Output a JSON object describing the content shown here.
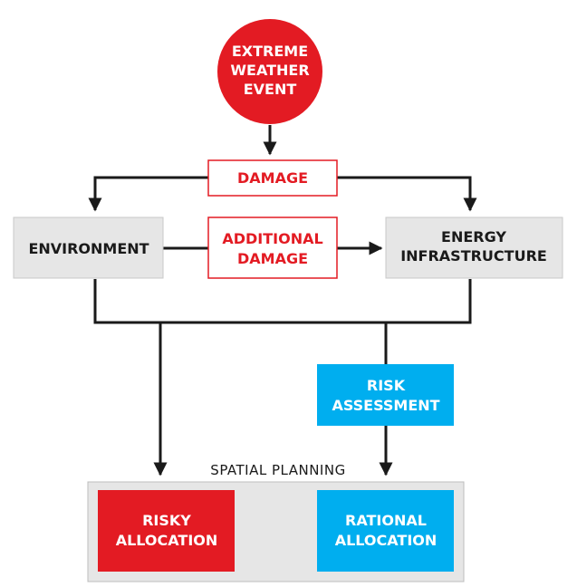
{
  "nodes": {
    "event": {
      "line1": "EXTREME",
      "line2": "WEATHER",
      "line3": "EVENT"
    },
    "damage": {
      "label": "DAMAGE"
    },
    "additional_damage": {
      "line1": "ADDITIONAL",
      "line2": "DAMAGE"
    },
    "environment": {
      "label": "ENVIRONMENT"
    },
    "energy_infrastructure": {
      "line1": "ENERGY",
      "line2": "INFRASTRUCTURE"
    },
    "risk_assessment": {
      "line1": "RISK",
      "line2": "ASSESSMENT"
    },
    "spatial_planning": {
      "label": "SPATIAL PLANNING"
    },
    "risky_allocation": {
      "line1": "RISKY",
      "line2": "ALLOCATION"
    },
    "rational_allocation": {
      "line1": "RATIONAL",
      "line2": "ALLOCATION"
    }
  },
  "colors": {
    "red": "#e31b23",
    "blue": "#00aeef",
    "grey_box": "#e6e6e6",
    "line": "#1a1a1a"
  }
}
